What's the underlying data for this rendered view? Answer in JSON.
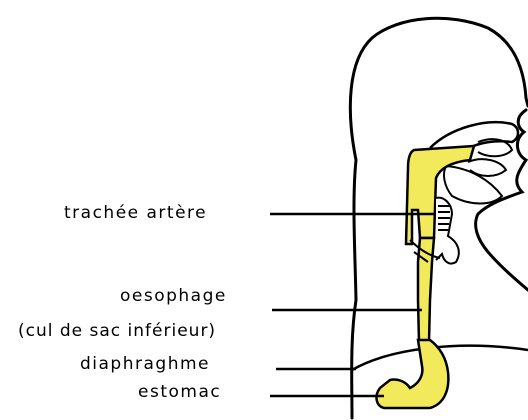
{
  "labels": {
    "trachea": "trachée artère",
    "esophagus": "oesophage",
    "esophagus_note": "(cul de sac inférieur)",
    "diaphragm": "diaphraghme",
    "stomach": "estomac"
  },
  "colors": {
    "outline": "#000000",
    "organ_fill": "#f2ea5a",
    "background": "#ffffff"
  }
}
